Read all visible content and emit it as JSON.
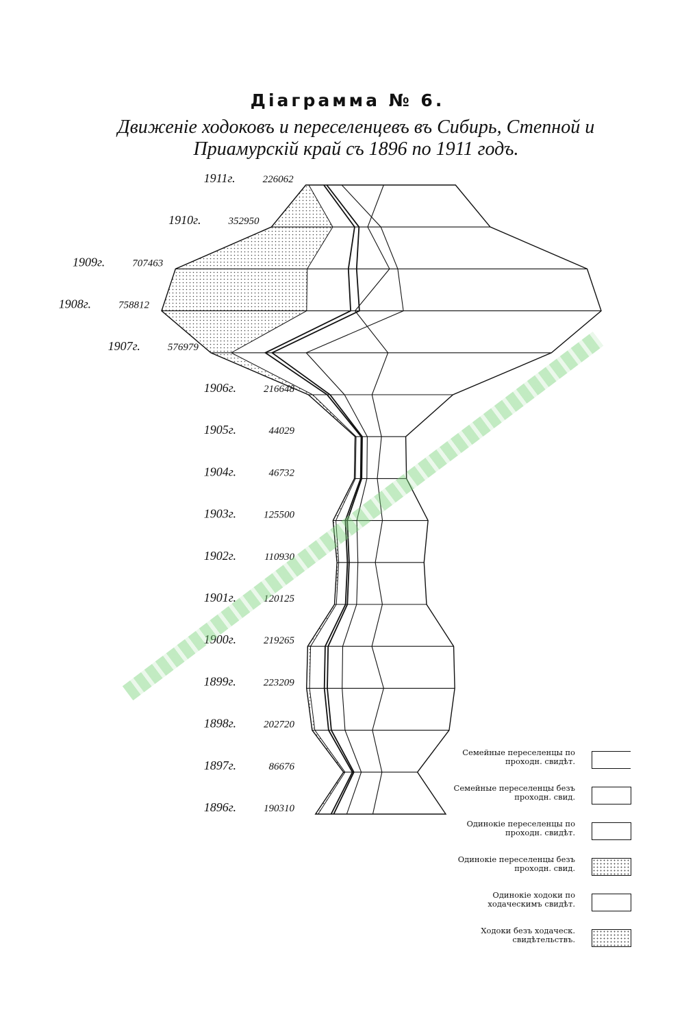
{
  "title": "Діаграмма № 6.",
  "subtitle_line1": "Движеніе ходоковъ и переселенцевъ въ Сибирь, Степной и",
  "subtitle_line2": "Приамурскій край съ 1896 по 1911 годъ.",
  "chart_data": {
    "type": "area",
    "orientation": "vertical-symmetric",
    "categories": [
      "1911г.",
      "1910г.",
      "1909г.",
      "1908г.",
      "1907г.",
      "1906г.",
      "1905г.",
      "1904г.",
      "1903г.",
      "1902г.",
      "1901г.",
      "1900г.",
      "1899г.",
      "1898г.",
      "1897г.",
      "1896г."
    ],
    "years": [
      1911,
      1910,
      1909,
      1908,
      1907,
      1906,
      1905,
      1904,
      1903,
      1902,
      1901,
      1900,
      1899,
      1898,
      1897,
      1896
    ],
    "value_labels": [
      "226062",
      "352950",
      "707463",
      "758812",
      "576979",
      "216648",
      "44029",
      "46732",
      "125500",
      "110930",
      "120125",
      "219265",
      "223209",
      "202720",
      "86676",
      "190310"
    ],
    "values": [
      226062,
      352950,
      707463,
      758812,
      576979,
      216648,
      44029,
      46732,
      125500,
      110930,
      120125,
      219265,
      223209,
      202720,
      86676,
      190310
    ],
    "legend": [
      "Семейные переселенцы по проходн. свидѣт.",
      "Семейные переселенцы безъ проходн. свид.",
      "Одинокіе переселенцы по проходн. свидѣт.",
      "Одинокіе переселенцы безъ проходн. свид.",
      "Одинокіе ходоки по ходаческимъ свидѣт.",
      "Ходоки безъ ходаческ. свидѣтельствъ."
    ],
    "legend_placement": "bottom-right",
    "grid": false
  }
}
